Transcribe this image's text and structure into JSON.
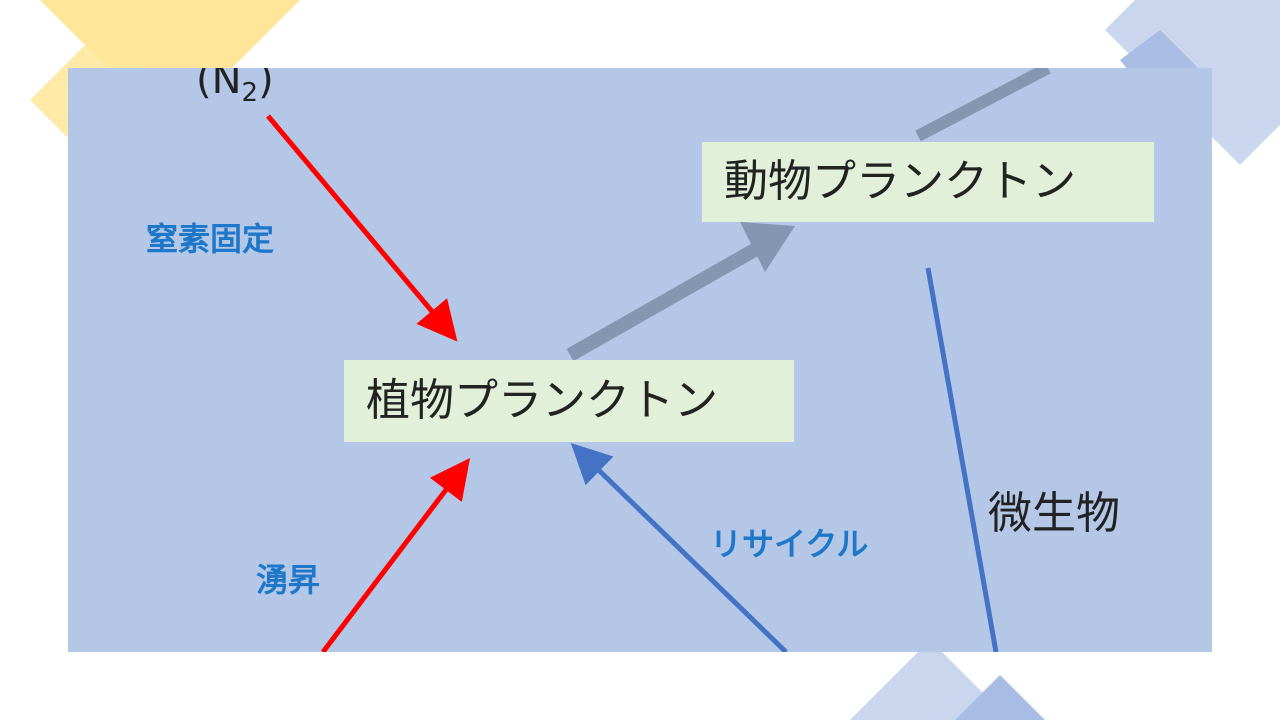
{
  "nodes": {
    "phytoplankton": "植物プランクトン",
    "zooplankton": "動物プランクトン"
  },
  "labels": {
    "nitrogen_symbol": "N",
    "nitrogen_subscript": "2",
    "nitrogen_open": "(",
    "nitrogen_close": ")",
    "nitrogen_fixation": "窒素固定",
    "upwelling": "湧昇",
    "recycle": "リサイクル",
    "microbes": "微生物"
  },
  "colors": {
    "panel_bg": "#b4c7e7",
    "node_bg": "#e2efd9",
    "label_blue": "#1f77c9",
    "red_arrow": "#ff0000",
    "gray_arrow": "#8497b0",
    "blue_line": "#4472c4",
    "deco_yellow": "#ffe699",
    "deco_blue": "#b4c7e7"
  }
}
